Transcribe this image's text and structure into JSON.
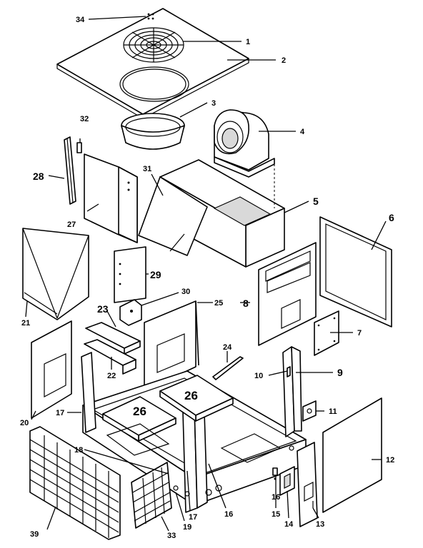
{
  "diagram": {
    "type": "exploded-parts-view",
    "callouts": {
      "c1": "1",
      "c2": "2",
      "c3": "3",
      "c4": "4",
      "c5": "5",
      "c6": "6",
      "c7": "7",
      "c8": "8",
      "c9": "9",
      "c10": "10",
      "c11": "11",
      "c12": "12",
      "c13": "13",
      "c14": "14",
      "c15": "15",
      "c16a": "16",
      "c16b": "16",
      "c17a": "17",
      "c17b": "17",
      "c18": "18",
      "c19": "19",
      "c20": "20",
      "c21": "21",
      "c22": "22",
      "c23": "23",
      "c24": "24",
      "c25": "25",
      "c26a": "26",
      "c26b": "26",
      "c27": "27",
      "c28": "28",
      "c29": "29",
      "c30": "30",
      "c31": "31",
      "c32": "32",
      "c33": "33",
      "c34": "34",
      "c39": "39"
    }
  }
}
